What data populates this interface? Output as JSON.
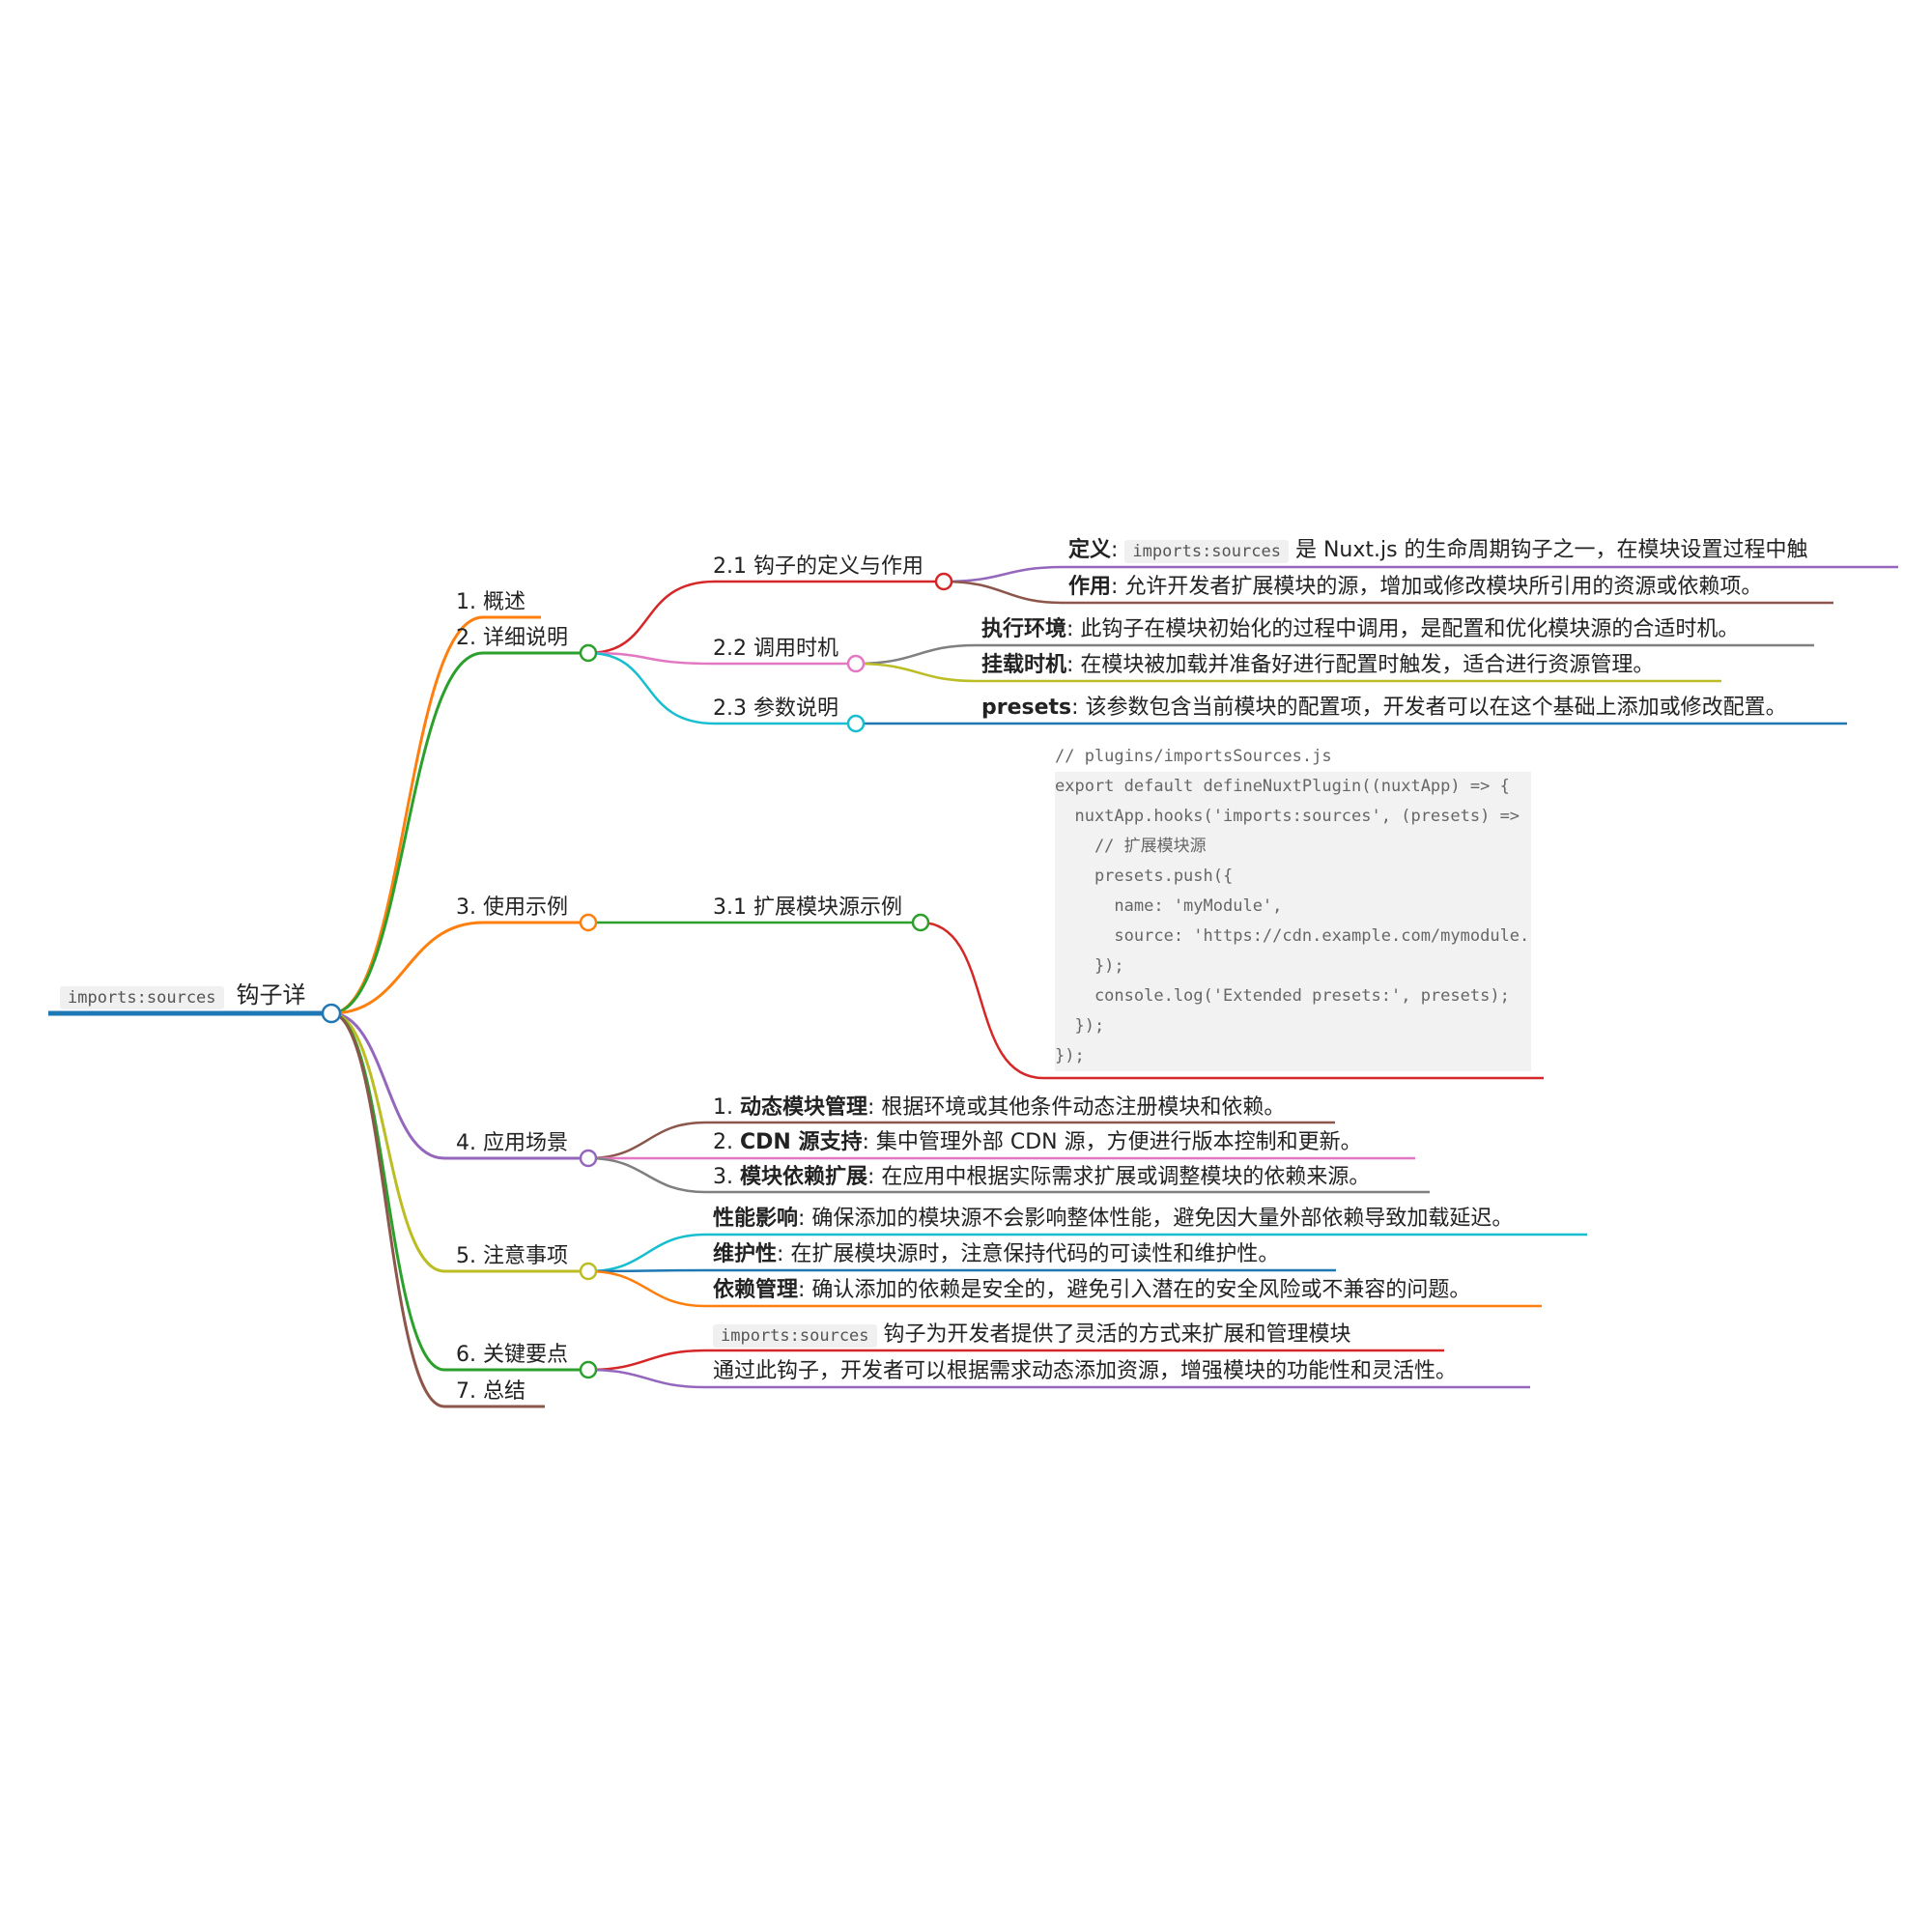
{
  "root": {
    "code": "imports:sources",
    "text": "钩子详"
  },
  "branches": [
    {
      "label": "1. 概述"
    },
    {
      "label": "2. 详细说明",
      "children": [
        {
          "label": "2.1 钩子的定义与作用",
          "items": [
            {
              "bold": "定义",
              "code": "imports:sources",
              "text": "是 Nuxt.js 的生命周期钩子之一，在模块设置过程中触"
            },
            {
              "bold": "作用",
              "text": ": 允许开发者扩展模块的源，增加或修改模块所引用的资源或依赖项。"
            }
          ]
        },
        {
          "label": "2.2 调用时机",
          "items": [
            {
              "bold": "执行环境",
              "text": ": 此钩子在模块初始化的过程中调用，是配置和优化模块源的合适时机。"
            },
            {
              "bold": "挂载时机",
              "text": ": 在模块被加载并准备好进行配置时触发，适合进行资源管理。"
            }
          ]
        },
        {
          "label": "2.3 参数说明",
          "items": [
            {
              "bold": "presets",
              "text": ": 该参数包含当前模块的配置项，开发者可以在这个基础上添加或修改配置。"
            }
          ]
        }
      ]
    },
    {
      "label": "3. 使用示例",
      "children": [
        {
          "label": "3.1 扩展模块源示例",
          "code_lines": [
            "// plugins/importsSources.js",
            "export default defineNuxtPlugin((nuxtApp) => {",
            "  nuxtApp.hooks('imports:sources', (presets) =>",
            "    // 扩展模块源",
            "    presets.push({",
            "      name: 'myModule',",
            "      source: 'https://cdn.example.com/mymodule.",
            "    });",
            "    console.log('Extended presets:', presets);",
            "  });",
            "});"
          ]
        }
      ]
    },
    {
      "label": "4. 应用场景",
      "items": [
        {
          "prefix": "1. ",
          "bold": "动态模块管理",
          "text": ": 根据环境或其他条件动态注册模块和依赖。"
        },
        {
          "prefix": "2. ",
          "bold": "CDN 源支持",
          "text": ": 集中管理外部 CDN 源，方便进行版本控制和更新。"
        },
        {
          "prefix": "3. ",
          "bold": "模块依赖扩展",
          "text": ": 在应用中根据实际需求扩展或调整模块的依赖来源。"
        }
      ]
    },
    {
      "label": "5. 注意事项",
      "items": [
        {
          "bold": "性能影响",
          "text": ": 确保添加的模块源不会影响整体性能，避免因大量外部依赖导致加载延迟。"
        },
        {
          "bold": "维护性",
          "text": ": 在扩展模块源时，注意保持代码的可读性和维护性。"
        },
        {
          "bold": "依赖管理",
          "text": ": 确认添加的依赖是安全的，避免引入潜在的安全风险或不兼容的问题。"
        }
      ]
    },
    {
      "label": "6. 关键要点",
      "items": [
        {
          "code": "imports:sources",
          "text": "钩子为开发者提供了灵活的方式来扩展和管理模块"
        },
        {
          "text": "通过此钩子，开发者可以根据需求动态添加资源，增强模块的功能性和灵活性。"
        }
      ]
    },
    {
      "label": "7. 总结"
    }
  ],
  "colors": {
    "root": "#1f77b4",
    "orange": "#ff7f0e",
    "green": "#2ca02c",
    "red": "#d62728",
    "purple": "#9467bd",
    "brown": "#8c564b",
    "pink": "#e377c2",
    "gray": "#7f7f7f",
    "olive": "#bcbd22",
    "cyan": "#17becf",
    "blue": "#1f77b4"
  }
}
